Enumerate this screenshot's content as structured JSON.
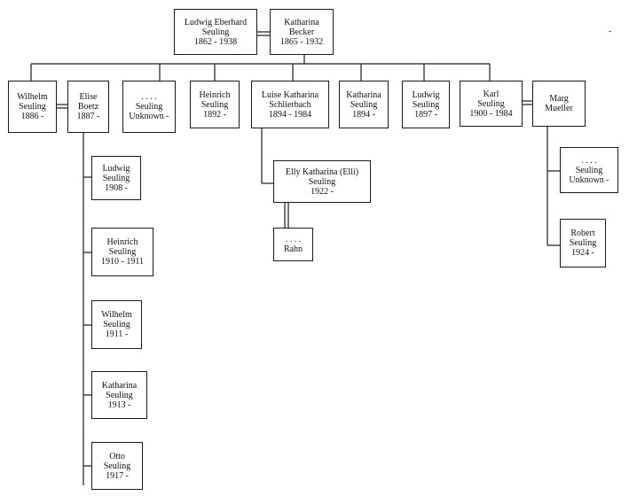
{
  "title": "",
  "persons": {
    "ludwig_eberhard": {
      "lines": "Ludwig Eberhard\nSeuling\n1862 - 1938"
    },
    "katharina_becker": {
      "lines": "Katharina\nBecker\n1865 - 1932"
    },
    "wilhelm_1886": {
      "lines": "Wilhelm\nSeuling\n1886 -"
    },
    "elise_boetz": {
      "lines": "Elise\nBoetz\n1887 -"
    },
    "seuling_unknown_1": {
      "lines": ". . . .\nSeuling\nUnknown -"
    },
    "heinrich_1892": {
      "lines": "Heinrich\nSeuling\n1892 -"
    },
    "luise_katharina": {
      "lines": "Luise Katharina\nSchlierbach\n1894 - 1984"
    },
    "katharina_1894": {
      "lines": "Katharina\nSeuling\n1894 -"
    },
    "ludwig_1897": {
      "lines": "Ludwig\nSeuling\n1897 -"
    },
    "karl_1900": {
      "lines": "Karl\nSeuling\n1900 - 1984"
    },
    "marg_mueller": {
      "lines": "Marg\nMueller"
    },
    "ludwig_1908": {
      "lines": "Ludwig\nSeuling\n1908 -"
    },
    "heinrich_1910": {
      "lines": "Heinrich\nSeuling\n1910 - 1911"
    },
    "wilhelm_1911": {
      "lines": "Wilhelm\nSeuling\n1911 -"
    },
    "katharina_1913": {
      "lines": "Katharina\nSeuling\n1913 -"
    },
    "otto_1917": {
      "lines": "Otto\nSeuling\n1917 -"
    },
    "elly_katharina": {
      "lines": "Elly Katharina (Elli)\nSeuling\n1922 -"
    },
    "rahn": {
      "lines": ". . . .\nRahn"
    },
    "seuling_unknown_2": {
      "lines": ". . . .\nSeuling\nUnknown -"
    },
    "robert_1924": {
      "lines": "Robert\nSeuling\n1924 -"
    }
  },
  "margin_mark": "-"
}
